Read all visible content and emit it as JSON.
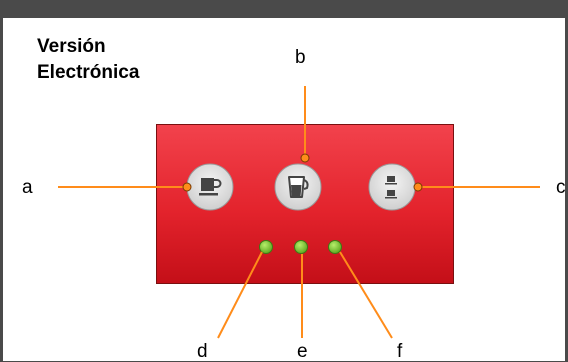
{
  "diagram": {
    "title_line1": "Versión",
    "title_line2": "Electrónica",
    "callouts": {
      "a": "a",
      "b": "b",
      "c": "c",
      "d": "d",
      "e": "e",
      "f": "f"
    },
    "buttons": [
      {
        "id": "a",
        "icon": "single-cup-icon"
      },
      {
        "id": "b",
        "icon": "jug-icon"
      },
      {
        "id": "c",
        "icon": "two-cups-icon"
      }
    ],
    "leds": [
      {
        "id": "d",
        "color": "#7ccf3a"
      },
      {
        "id": "e",
        "color": "#7ccf3a"
      },
      {
        "id": "f",
        "color": "#7ccf3a"
      }
    ],
    "colors": {
      "panel": "#e3232c",
      "leader_line": "#ff8c1a",
      "button_face": "#e6e6e6",
      "icon": "#444444"
    }
  }
}
